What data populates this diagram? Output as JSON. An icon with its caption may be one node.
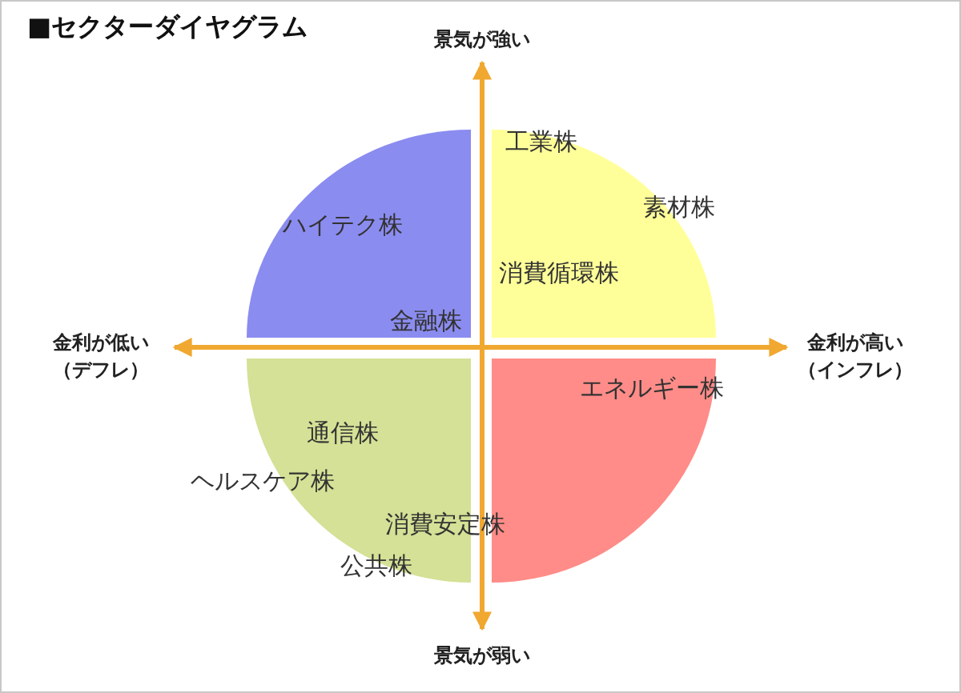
{
  "diagram": {
    "title": "■セクターダイヤグラム",
    "nodes": [
      {
        "text": [
          "ハイテク株",
          "金融株"
        ]
      },
      {
        "text": [
          "工業株",
          "素材株",
          "消費循環株"
        ]
      },
      {
        "text": [
          "エネルギー株"
        ]
      },
      {
        "text": [
          "通信株",
          "ヘルスケア株",
          "消費安定株",
          "公共株"
        ]
      }
    ],
    "edges": [],
    "labels": [
      "景気が強い",
      "金利が低い（デフレ）",
      "金利が高い（インフレ）",
      "景気が弱い"
    ]
  }
}
